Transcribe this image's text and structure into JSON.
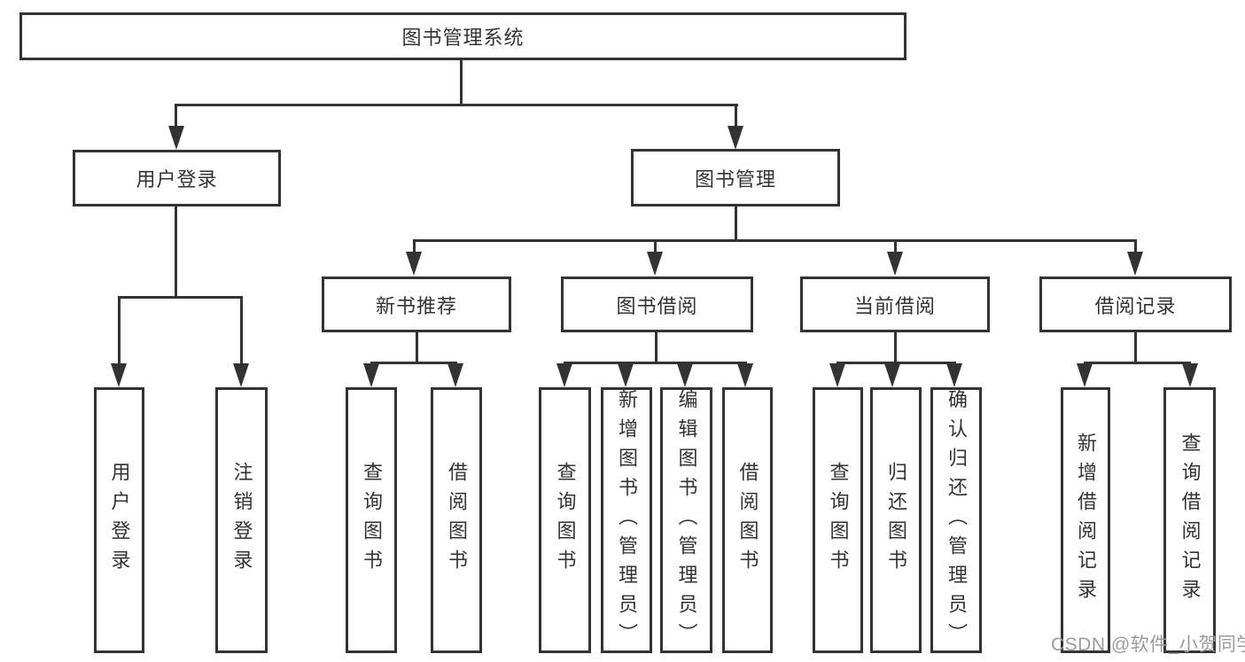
{
  "diagram": {
    "root": {
      "label": "图书管理系统"
    },
    "level1": [
      {
        "label": "用户登录"
      },
      {
        "label": "图书管理"
      }
    ],
    "level2": [
      {
        "label": "新书推荐"
      },
      {
        "label": "图书借阅"
      },
      {
        "label": "当前借阅"
      },
      {
        "label": "借阅记录"
      }
    ],
    "leaves": {
      "user_login": [
        "用户登录",
        "注销登录"
      ],
      "new_book_recommend": [
        "查询图书",
        "借阅图书"
      ],
      "book_borrow": [
        "查询图书",
        "新增图书（管理员）",
        "编辑图书（管理员）",
        "借阅图书"
      ],
      "current_borrow": [
        "查询图书",
        "归还图书",
        "确认归还（管理员）"
      ],
      "borrow_record": [
        "新增借阅记录",
        "查询借阅记录"
      ]
    }
  },
  "watermark": {
    "text": "CSDN @软件_小贺同学",
    "color": "#9b9b9b"
  },
  "colors": {
    "line": "#333333",
    "text": "#333333",
    "background": "#ffffff"
  }
}
